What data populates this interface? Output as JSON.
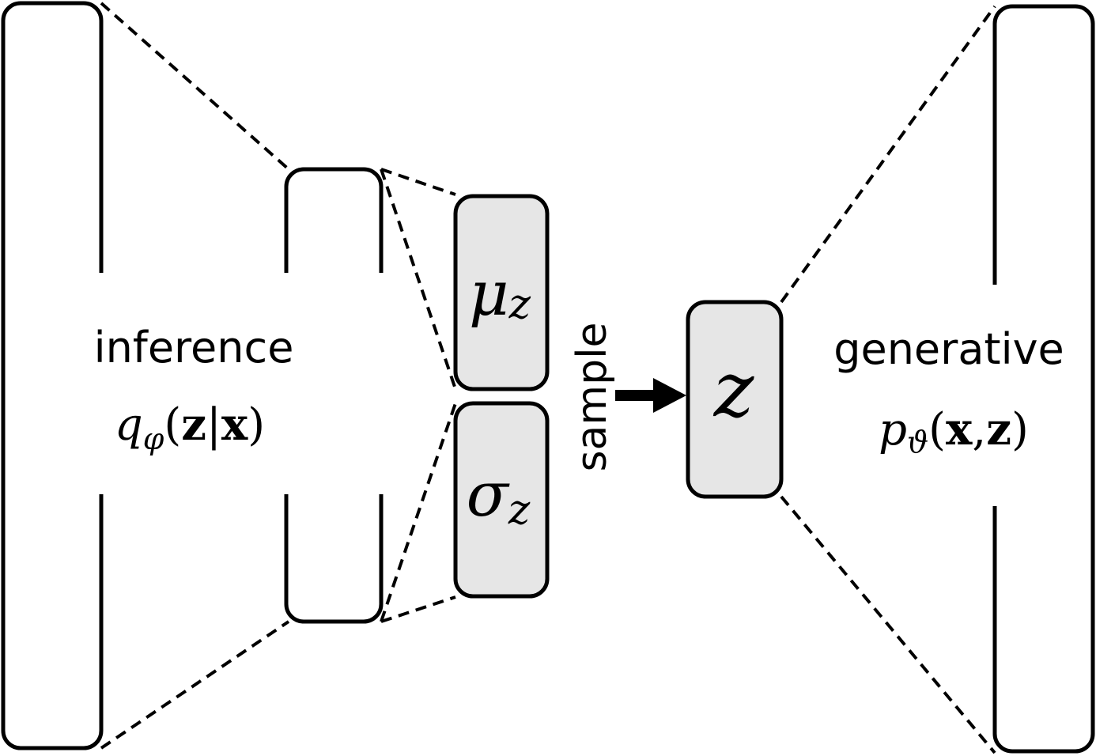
{
  "inference": {
    "title": "inference",
    "formula": {
      "symbol": "q",
      "subscript": "φ",
      "open": "(",
      "arg1": "z",
      "sep": "|",
      "arg2": "x",
      "close": ")"
    }
  },
  "mu_box": {
    "symbol": "μ",
    "subscript": "z"
  },
  "sigma_box": {
    "symbol": "σ",
    "subscript": "z"
  },
  "sample_label": "sample",
  "z_box": {
    "symbol": "z"
  },
  "generative": {
    "title": "generative",
    "formula": {
      "symbol": "p",
      "subscript": "ϑ",
      "open": "(",
      "arg1": "x",
      "sep": ",",
      "arg2": "z",
      "close": ")"
    }
  },
  "colors": {
    "stroke": "#000000",
    "latent_fill": "#e6e6e6",
    "background": "#ffffff"
  }
}
